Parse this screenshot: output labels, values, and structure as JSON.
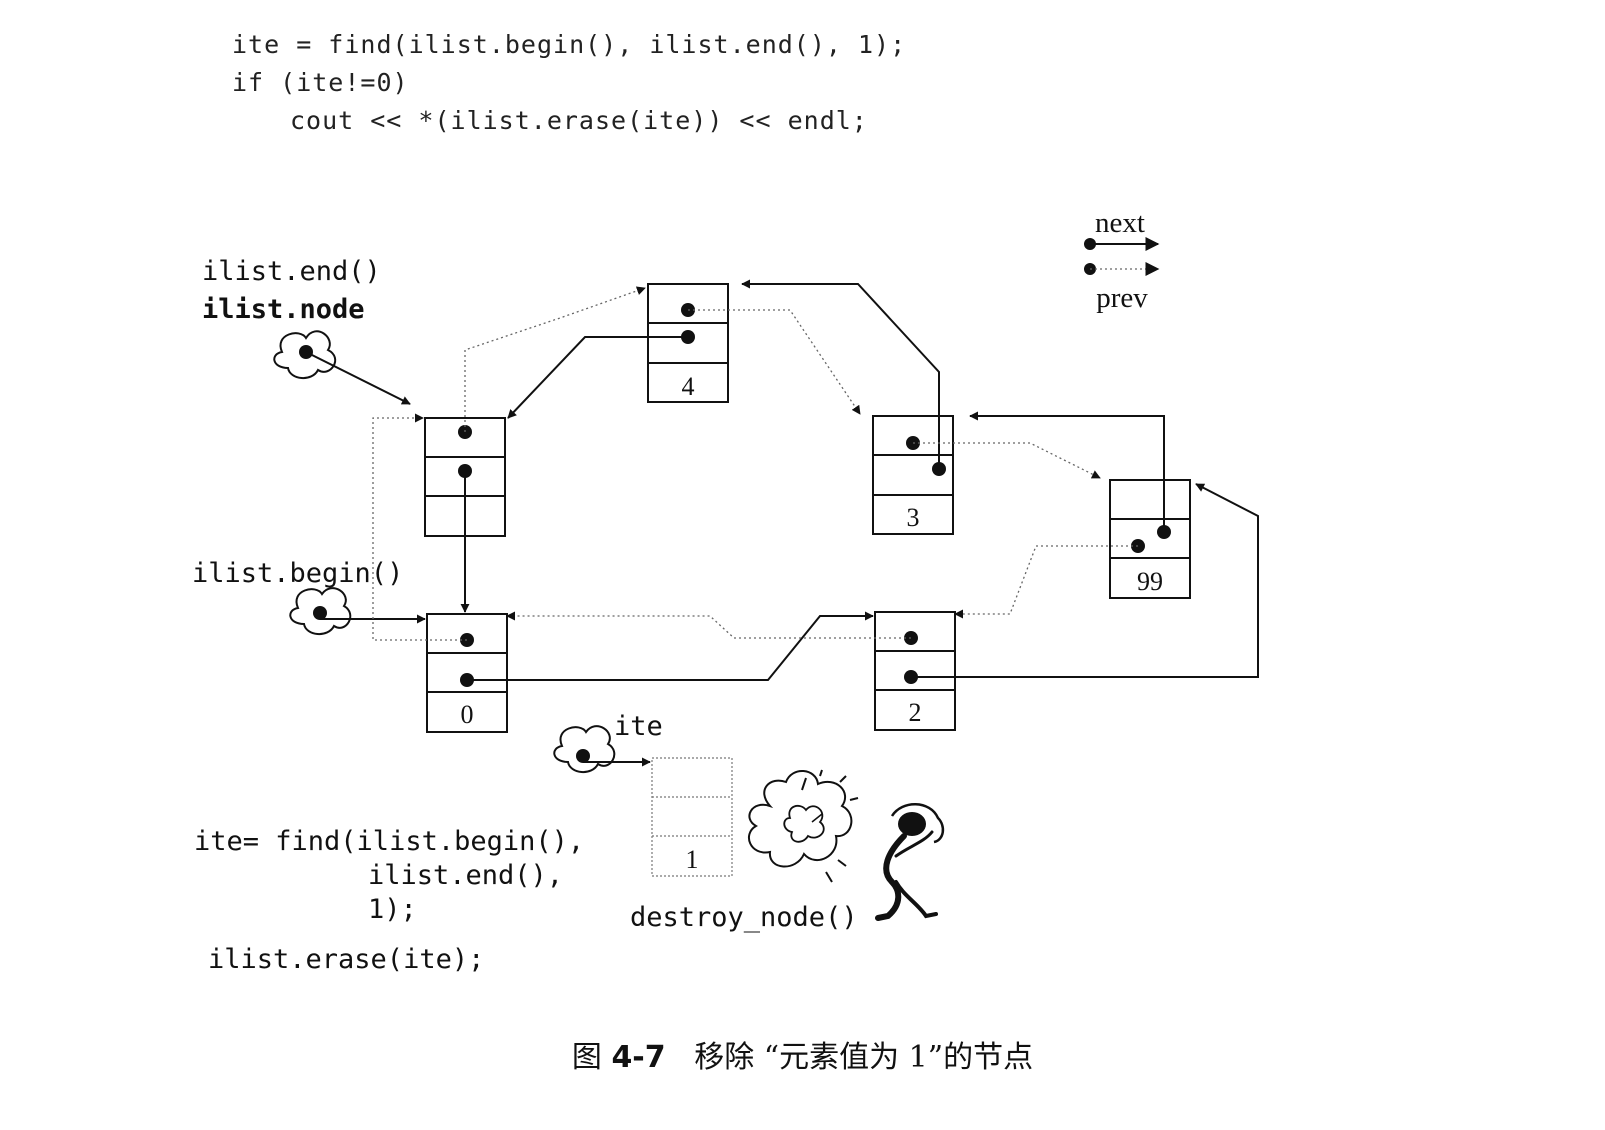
{
  "code": {
    "line1": "ite = find(ilist.begin(), ilist.end(), 1);",
    "line2": "if (ite!=0)",
    "line3": "cout << *(ilist.erase(ite)) << endl;"
  },
  "legend": {
    "next": "next",
    "prev": "prev"
  },
  "labels": {
    "end": "ilist.end()",
    "node": "ilist.node",
    "begin": "ilist.begin()",
    "ite": "ite",
    "destroy": "destroy_node()"
  },
  "nodes": {
    "n4": "4",
    "n3": "3",
    "n99": "99",
    "n0": "0",
    "n2": "2",
    "n1": "1"
  },
  "bottom_code": {
    "line1": "ite= find(ilist.begin(),",
    "line2": "ilist.end(),",
    "line3": "1);",
    "line4": "ilist.erase(ite);"
  },
  "caption": {
    "prefix": "图",
    "number": "4-7",
    "text": "移除 “元素值为 1”的节点"
  }
}
